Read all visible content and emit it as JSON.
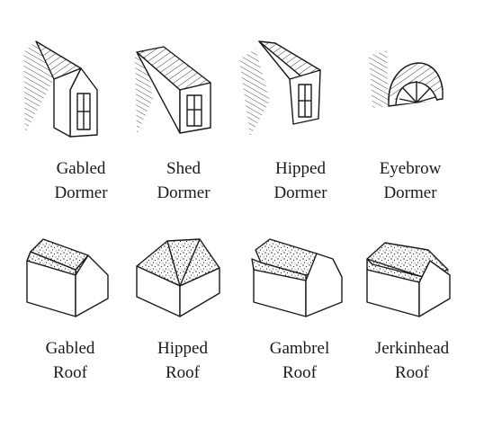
{
  "dormers": [
    {
      "line1": "Gabled",
      "line2": "Dormer"
    },
    {
      "line1": "Shed",
      "line2": "Dormer"
    },
    {
      "line1": "Hipped",
      "line2": "Dormer"
    },
    {
      "line1": "Eyebrow",
      "line2": "Dormer"
    }
  ],
  "roofs": [
    {
      "line1": "Gabled",
      "line2": "Roof"
    },
    {
      "line1": "Hipped",
      "line2": "Roof"
    },
    {
      "line1": "Gambrel",
      "line2": "Roof"
    },
    {
      "line1": "Jerkinhead",
      "line2": "Roof"
    }
  ],
  "colors": {
    "ink": "#1a1a1a",
    "background": "#ffffff"
  }
}
